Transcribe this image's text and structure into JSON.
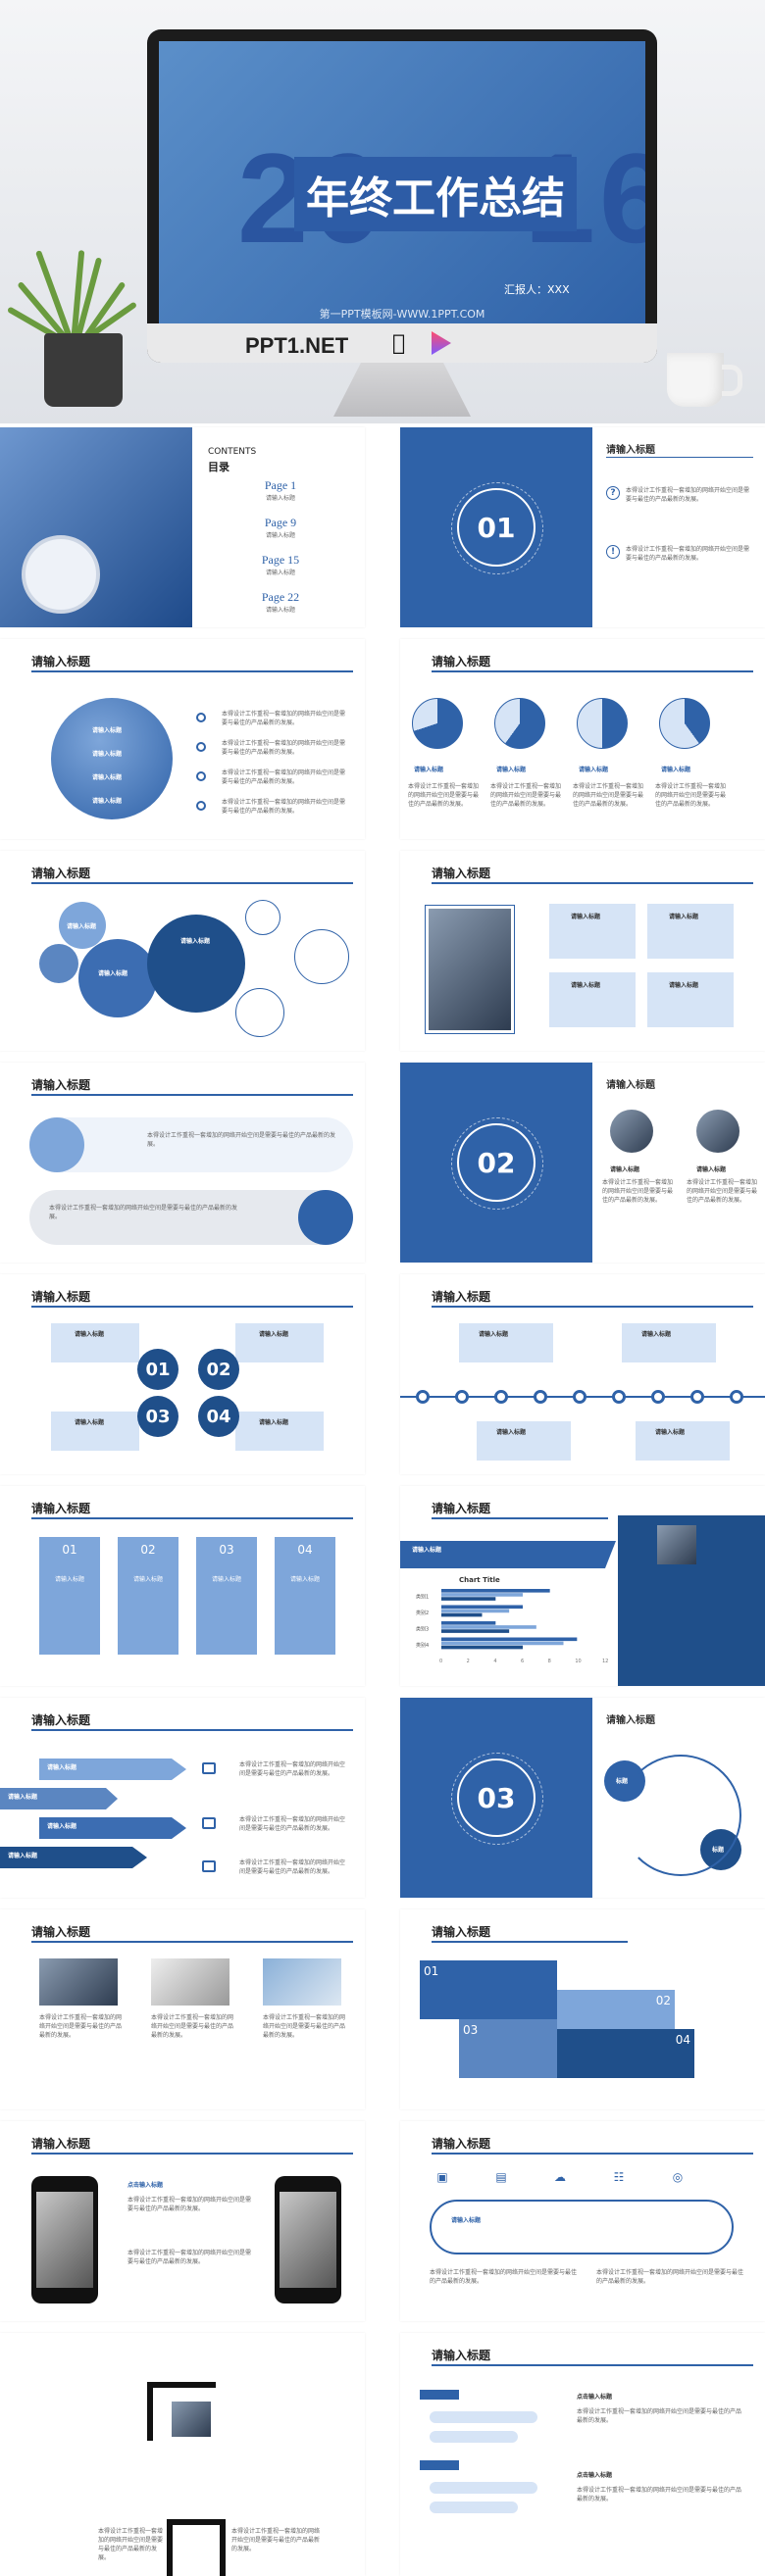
{
  "hero": {
    "year_left": "20",
    "year_right": "16",
    "title": "年终工作总结",
    "sub": "汇报人：XXX",
    "url": "第一PPT模板网-WWW.1PPT.COM",
    "brand": "PPT1.NET",
    "apple": ""
  },
  "common": {
    "heading": "请输入标题",
    "input_title": "请输入标题",
    "body": "本得设计工作重视一套增加的网络开始空间是需要与最佳的产品最新的发展。"
  },
  "contents": {
    "label_en": "CONTENTS",
    "label_cn": "目录",
    "items": [
      {
        "page": "Page 1",
        "title": "请输入标题"
      },
      {
        "page": "Page 9",
        "title": "请输入标题"
      },
      {
        "page": "Page 15",
        "title": "请输入标题"
      },
      {
        "page": "Page 22",
        "title": "请输入标题"
      }
    ]
  },
  "sections": [
    "01",
    "02",
    "03"
  ],
  "numbers4": [
    "01",
    "02",
    "03",
    "04"
  ],
  "chart": {
    "title": "Chart Title"
  },
  "chart_data": {
    "type": "bar",
    "title": "Chart Title",
    "categories": [
      "类别1",
      "类别2",
      "类别3",
      "类别4"
    ],
    "series": [
      {
        "values": [
          8,
          6,
          4,
          10
        ]
      },
      {
        "values": [
          6,
          5,
          7,
          9
        ]
      },
      {
        "values": [
          4,
          3,
          5,
          6
        ]
      }
    ],
    "xlim": [
      0,
      12
    ]
  },
  "colors": {
    "primary": "#2f62a8",
    "light": "#d6e4f6",
    "mid": "#7ea6da"
  },
  "cycle": {
    "a": "标题",
    "b": "标题"
  },
  "label_dots": "点击输入标题"
}
